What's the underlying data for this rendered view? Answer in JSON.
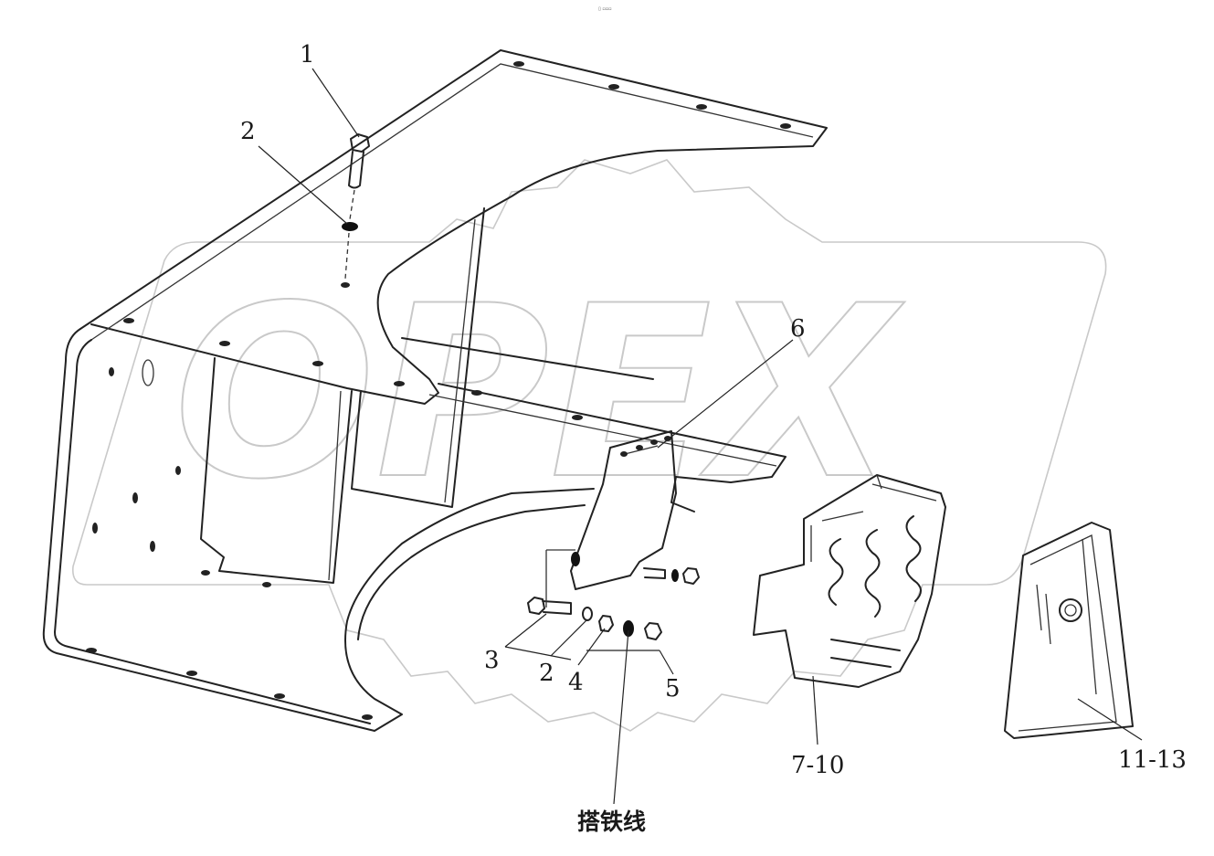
{
  "header_mark": "▯ ▫▫▫",
  "watermark": "OPEX",
  "callouts": {
    "c1": "1",
    "c2_top": "2",
    "c3": "3",
    "c2_bottom": "2",
    "c4": "4",
    "c5": "5",
    "c6": "6",
    "c7_10": "7-10",
    "c11_13": "11-13",
    "ground_wire": "搭铁线"
  },
  "colors": {
    "line": "#222222",
    "watermark": "#c9c9c9",
    "background": "#ffffff"
  }
}
